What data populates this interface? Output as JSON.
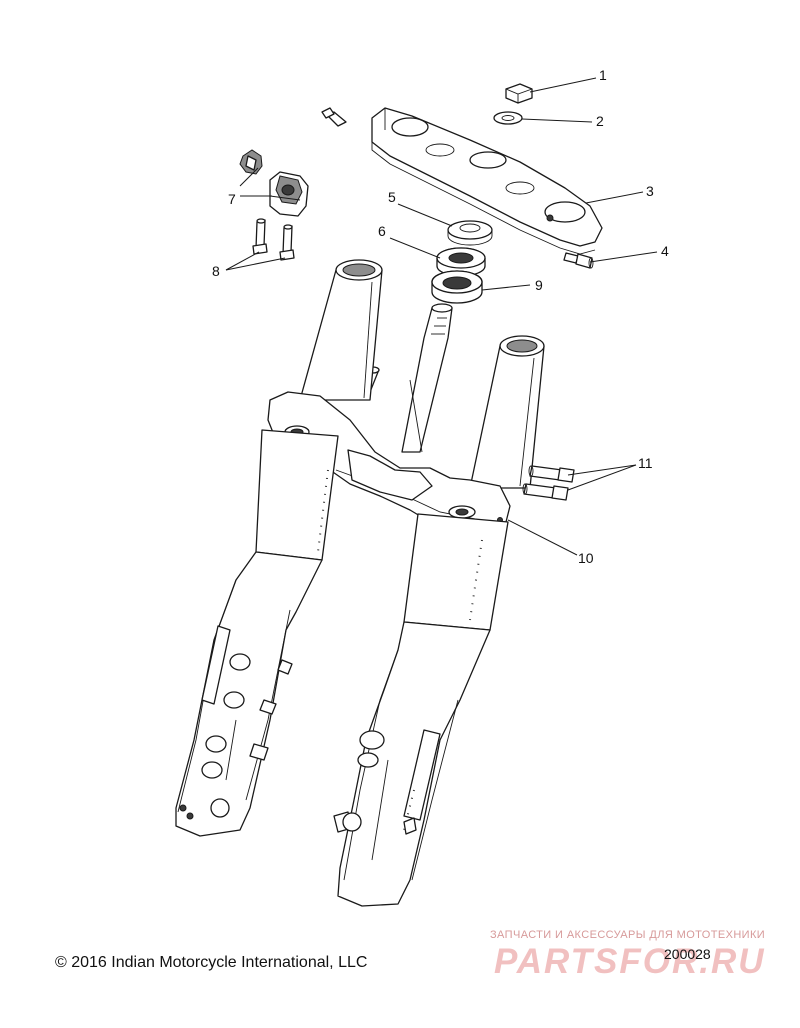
{
  "callouts": [
    {
      "label": "1"
    },
    {
      "label": "2"
    },
    {
      "label": "3"
    },
    {
      "label": "4"
    },
    {
      "label": "5"
    },
    {
      "label": "6"
    },
    {
      "label": "7"
    },
    {
      "label": "8"
    },
    {
      "label": "9"
    },
    {
      "label": "10"
    },
    {
      "label": "11"
    }
  ],
  "footer": {
    "copyright": "© 2016 Indian Motorcycle International, LLC",
    "diagram_id": "200028"
  },
  "watermark": {
    "tagline": "ЗАПЧАСТИ И АКСЕССУАРЫ ДЛЯ МОТОТЕХНИКИ",
    "logo": "PARTSFOR.RU"
  }
}
